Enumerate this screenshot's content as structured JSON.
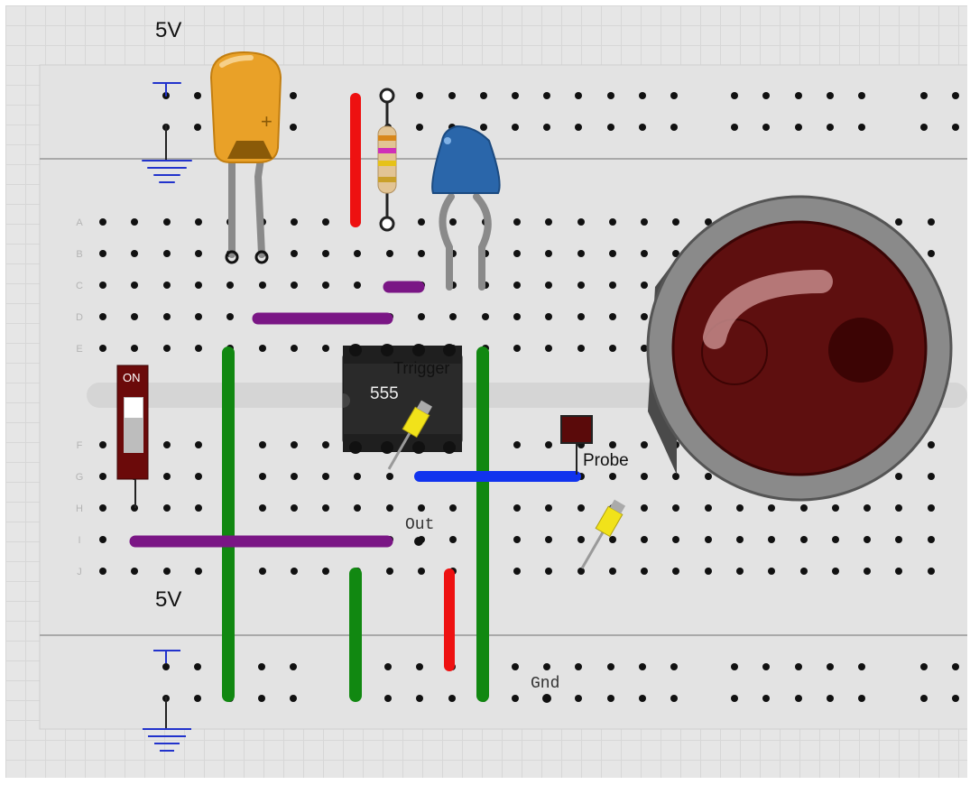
{
  "labels": {
    "top_voltage": "5V",
    "bottom_voltage": "5V",
    "chip": "555",
    "trigger": "Trrigger",
    "probe": "Probe",
    "out": "Out",
    "gnd": "Gnd",
    "switch_state": "ON"
  },
  "row_letters": {
    "top": [
      "A",
      "B",
      "C",
      "D",
      "E"
    ],
    "bottom": [
      "F",
      "G",
      "H",
      "I",
      "J"
    ]
  },
  "components": {
    "capacitor_electrolytic": {
      "polarity": "+"
    },
    "switch": {
      "state": "on"
    }
  },
  "colors": {
    "board": "#e3e3e3",
    "hole": "#111111",
    "wire_green": "#118811",
    "wire_purple": "#7a1685",
    "wire_red": "#ee1111",
    "wire_blue": "#1133ee",
    "ground_symbol": "#2233cc",
    "chip_body": "#2a2a2a",
    "led_body": "#5e0f0f",
    "switch_body": "#6b0a0a",
    "tantalum_cap": "#e9a128",
    "ceramic_cap": "#2a66aa",
    "probe_led": "#f1e21a"
  }
}
